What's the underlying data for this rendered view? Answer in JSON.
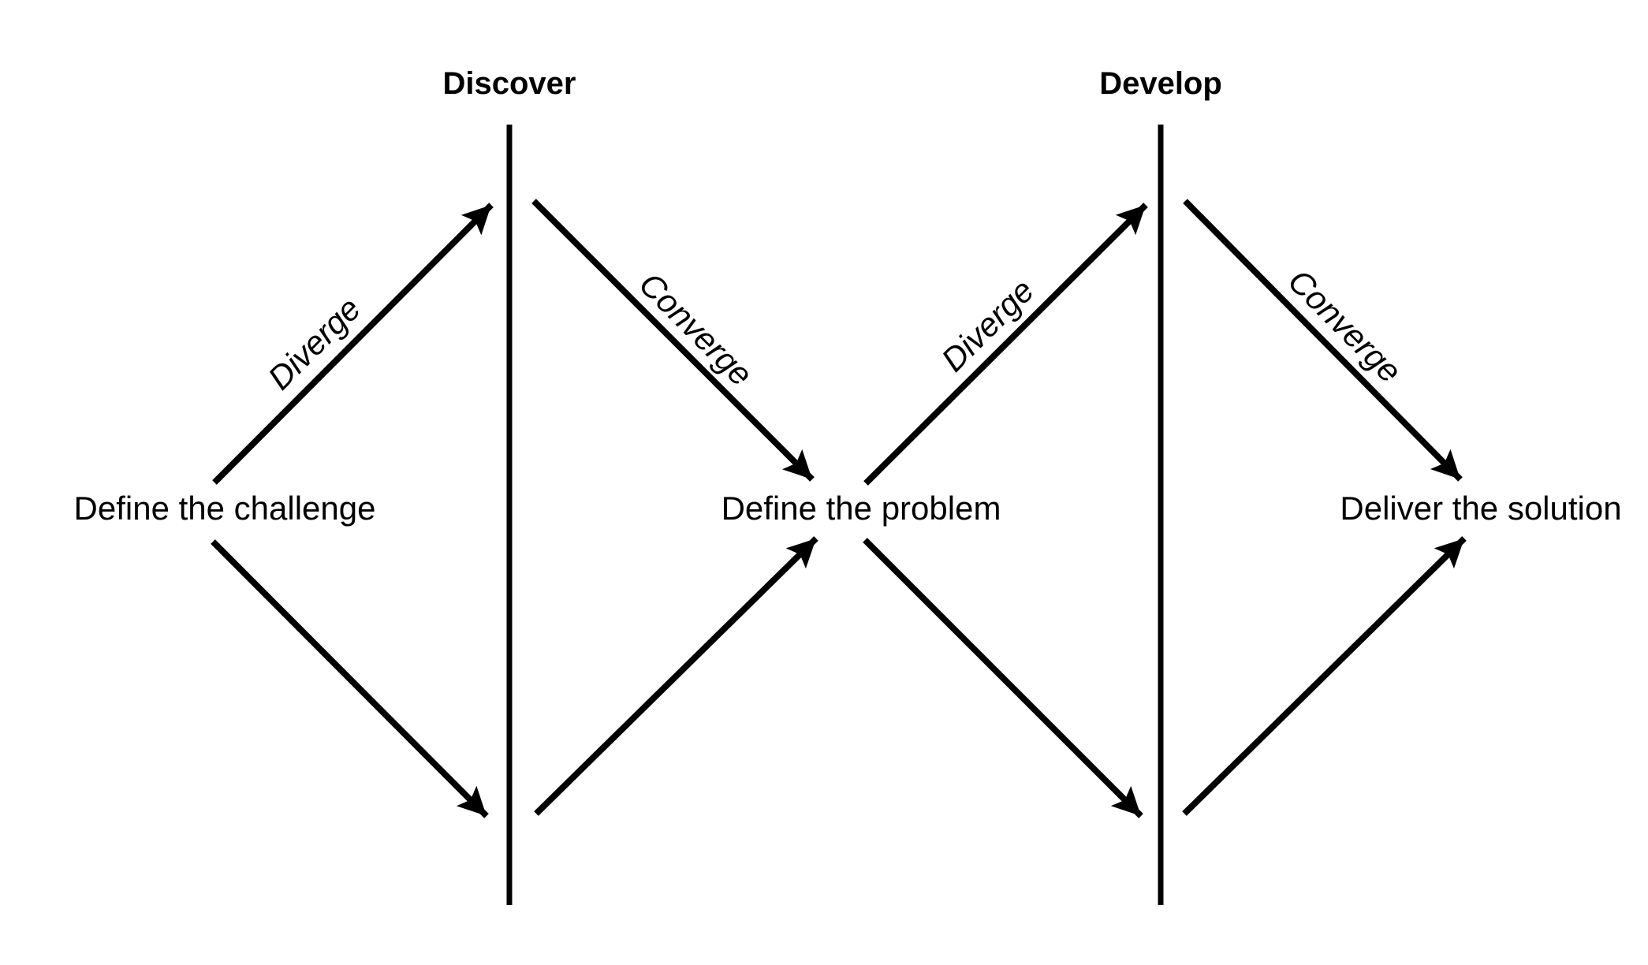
{
  "diagram": {
    "name": "double-diamond-process",
    "colors": {
      "background": "#ffffff",
      "ink": "#000000"
    },
    "phases": [
      {
        "label": "Discover"
      },
      {
        "label": "Develop"
      }
    ],
    "stages": [
      {
        "label": "Define the challenge"
      },
      {
        "label": "Define the problem"
      },
      {
        "label": "Deliver the solution"
      }
    ],
    "edge_labels": {
      "diamond1_diverge": "Diverge",
      "diamond1_converge": "Converge",
      "diamond2_diverge": "Diverge",
      "diamond2_converge": "Converge"
    }
  }
}
